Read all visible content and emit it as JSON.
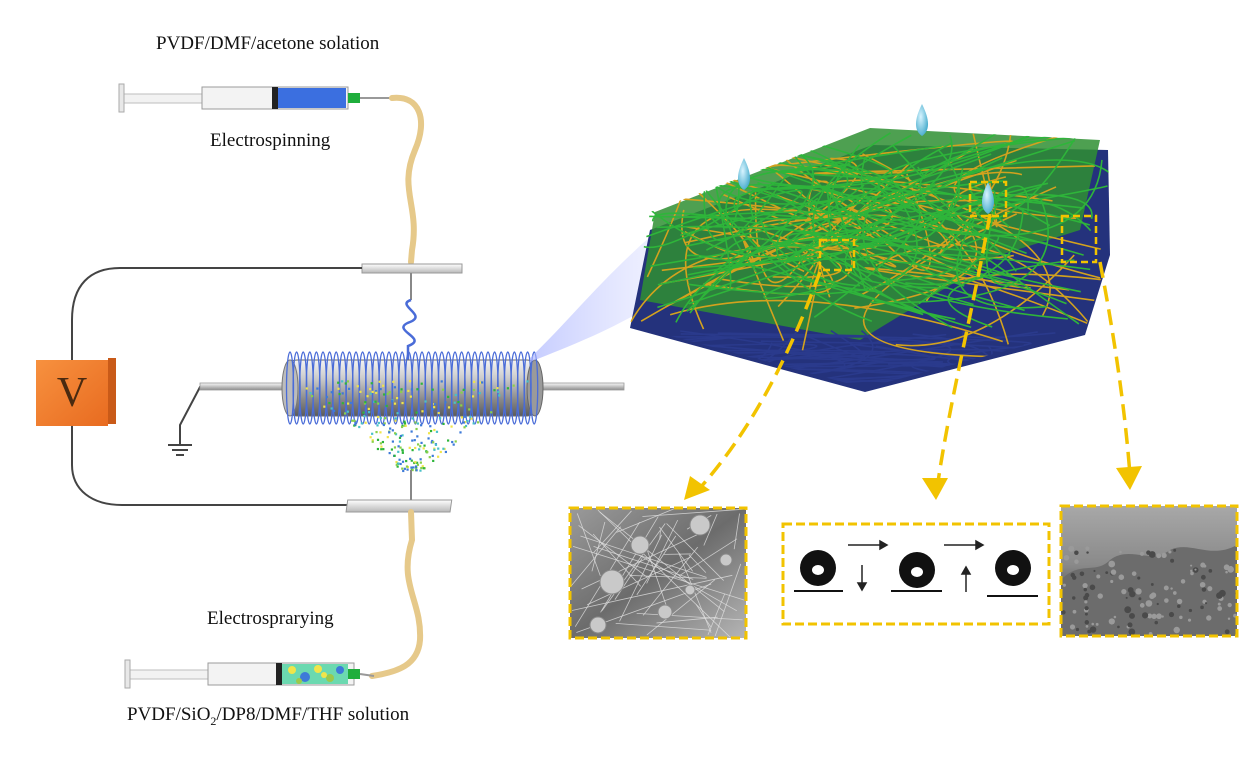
{
  "labels": {
    "top_solution": "PVDF/DMF/acetone solation",
    "electrospinning": "Electrospinning",
    "electrospraying": "Electrosprarying",
    "bottom_solution_prefix": "PVDF/SiO",
    "bottom_solution_sub": "2",
    "bottom_solution_suffix": "/DP8/DMF/THF solution"
  },
  "voltage_source": {
    "label": "V",
    "color": "#f07d32"
  },
  "colors": {
    "fiber_green": "#2eb53a",
    "fiber_gold": "#d3a21e",
    "fiber_blue": "#2a3a8c",
    "coil_blue": "#4a6cd8",
    "highlight_yellow": "#f2c300",
    "tube_tan": "#e6c98a"
  }
}
